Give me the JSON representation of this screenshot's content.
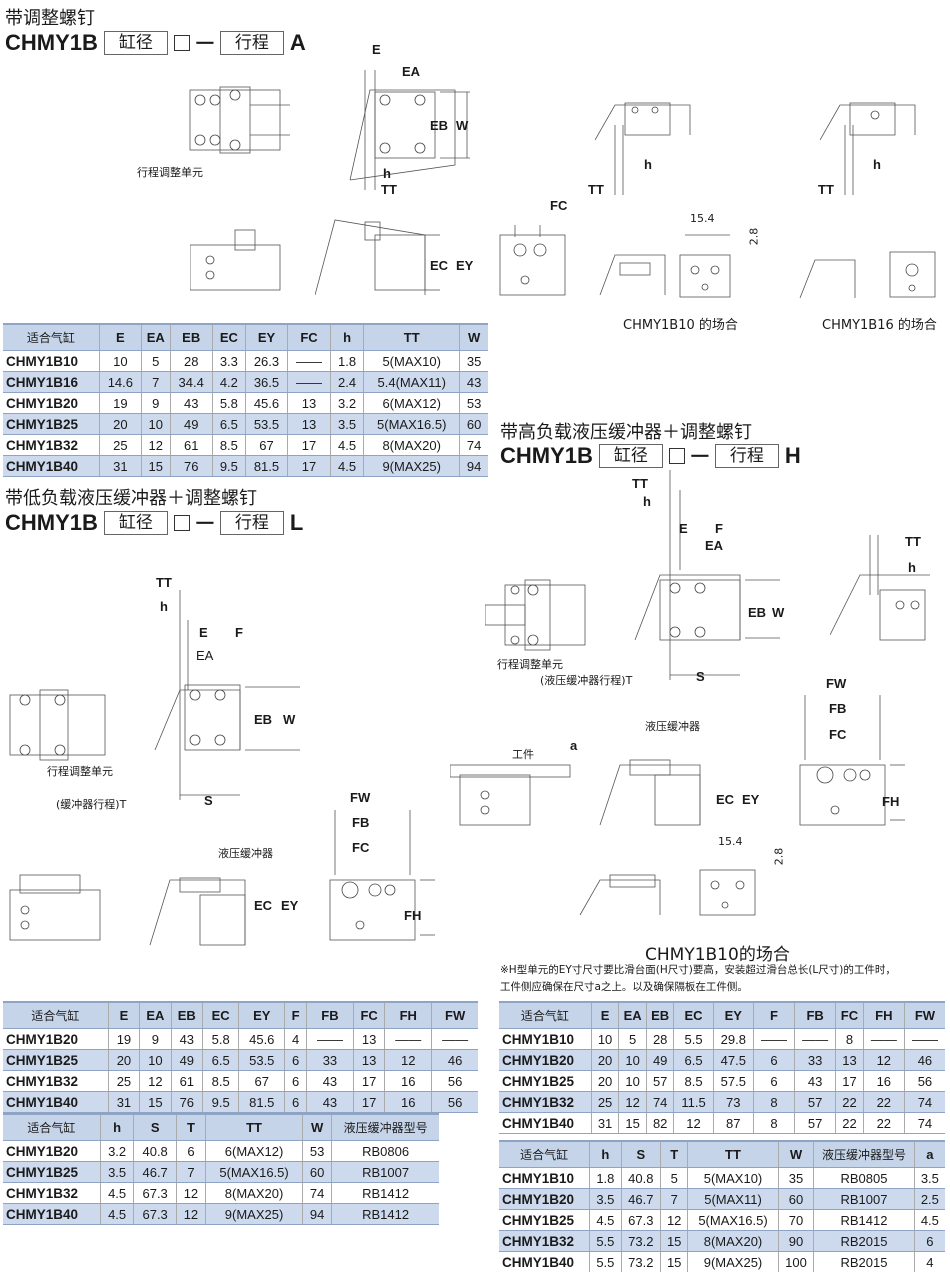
{
  "section_a": {
    "title": "带调整螺钉",
    "model": "CHMY1B",
    "bore": "缸径",
    "dash": "一",
    "stroke": "行程",
    "suffix": "A",
    "labels": {
      "e": "E",
      "ea": "EA",
      "eb": "EB",
      "w": "W",
      "h": "h",
      "tt": "TT",
      "fc": "FC",
      "ec": "EC",
      "ey": "EY",
      "h2": "h",
      "tt2": "TT",
      "h3": "h",
      "tt3": "TT",
      "d154": "15.4",
      "d28": "2.8",
      "adjust_unit": "行程调整单元"
    },
    "caption_b10": "CHMY1B10 的场合",
    "caption_b16": "CHMY1B16 的场合"
  },
  "table_a": {
    "headers": [
      "适合气缸",
      "E",
      "EA",
      "EB",
      "EC",
      "EY",
      "FC",
      "h",
      "TT",
      "W"
    ],
    "rows": [
      [
        "CHMY1B10",
        "10",
        "5",
        "28",
        "3.3",
        "26.3",
        "——",
        "1.8",
        "5(MAX10)",
        "35"
      ],
      [
        "CHMY1B16",
        "14.6",
        "7",
        "34.4",
        "4.2",
        "36.5",
        "——",
        "2.4",
        "5.4(MAX11)",
        "43"
      ],
      [
        "CHMY1B20",
        "19",
        "9",
        "43",
        "5.8",
        "45.6",
        "13",
        "3.2",
        "6(MAX12)",
        "53"
      ],
      [
        "CHMY1B25",
        "20",
        "10",
        "49",
        "6.5",
        "53.5",
        "13",
        "3.5",
        "5(MAX16.5)",
        "60"
      ],
      [
        "CHMY1B32",
        "25",
        "12",
        "61",
        "8.5",
        "67",
        "17",
        "4.5",
        "8(MAX20)",
        "74"
      ],
      [
        "CHMY1B40",
        "31",
        "15",
        "76",
        "9.5",
        "81.5",
        "17",
        "4.5",
        "9(MAX25)",
        "94"
      ]
    ]
  },
  "section_l": {
    "title": "带低负载液压缓冲器＋调整螺钉",
    "model": "CHMY1B",
    "bore": "缸径",
    "dash": "一",
    "stroke": "行程",
    "suffix": "L",
    "labels": {
      "tt": "TT",
      "h": "h",
      "e": "E",
      "f": "F",
      "ea": "EA",
      "eb": "EB",
      "w": "W",
      "s": "S",
      "t": "(缓冲器行程)T",
      "adjust_unit": "行程调整单元",
      "shock": "液压缓冲器",
      "fw": "FW",
      "fb": "FB",
      "fc": "FC",
      "fh": "FH",
      "ec": "EC",
      "ey": "EY"
    }
  },
  "table_l1": {
    "headers": [
      "适合气缸",
      "E",
      "EA",
      "EB",
      "EC",
      "EY",
      "F",
      "FB",
      "FC",
      "FH",
      "FW"
    ],
    "rows": [
      [
        "CHMY1B20",
        "19",
        "9",
        "43",
        "5.8",
        "45.6",
        "4",
        "——",
        "13",
        "——",
        "——"
      ],
      [
        "CHMY1B25",
        "20",
        "10",
        "49",
        "6.5",
        "53.5",
        "6",
        "33",
        "13",
        "12",
        "46"
      ],
      [
        "CHMY1B32",
        "25",
        "12",
        "61",
        "8.5",
        "67",
        "6",
        "43",
        "17",
        "16",
        "56"
      ],
      [
        "CHMY1B40",
        "31",
        "15",
        "76",
        "9.5",
        "81.5",
        "6",
        "43",
        "17",
        "16",
        "56"
      ]
    ]
  },
  "table_l2": {
    "headers": [
      "适合气缸",
      "h",
      "S",
      "T",
      "TT",
      "W",
      "液压缓冲器型号"
    ],
    "rows": [
      [
        "CHMY1B20",
        "3.2",
        "40.8",
        "6",
        "6(MAX12)",
        "53",
        "RB0806"
      ],
      [
        "CHMY1B25",
        "3.5",
        "46.7",
        "7",
        "5(MAX16.5)",
        "60",
        "RB1007"
      ],
      [
        "CHMY1B32",
        "4.5",
        "67.3",
        "12",
        "8(MAX20)",
        "74",
        "RB1412"
      ],
      [
        "CHMY1B40",
        "4.5",
        "67.3",
        "12",
        "9(MAX25)",
        "94",
        "RB1412"
      ]
    ]
  },
  "section_h": {
    "title": "带高负载液压缓冲器＋调整螺钉",
    "model": "CHMY1B",
    "bore": "缸径",
    "dash": "一",
    "stroke": "行程",
    "suffix": "H",
    "labels": {
      "tt": "TT",
      "h": "h",
      "e": "E",
      "f": "F",
      "ea": "EA",
      "eb": "EB",
      "w": "W",
      "s": "S",
      "t": "(液压缓冲器行程)T",
      "adjust_unit": "行程调整单元",
      "tt2": "TT",
      "h2": "h",
      "fw": "FW",
      "fb": "FB",
      "fc": "FC",
      "fh": "FH",
      "workpiece": "工件",
      "a": "a",
      "shock": "液压缓冲器",
      "ec": "EC",
      "ey": "EY",
      "d154": "15.4",
      "d28": "2.8"
    },
    "caption_b10": "CHMY1B10的场合",
    "note_line1": "※H型单元的EY寸尺寸要比滑台面(H尺寸)要高，安装超过滑台总长(L尺寸)的工件时，",
    "note_line2": "工件侧应确保在尺寸a之上。以及确保隔板在工件侧。"
  },
  "table_h1": {
    "headers": [
      "适合气缸",
      "E",
      "EA",
      "EB",
      "EC",
      "EY",
      "F",
      "FB",
      "FC",
      "FH",
      "FW"
    ],
    "rows": [
      [
        "CHMY1B10",
        "10",
        "5",
        "28",
        "5.5",
        "29.8",
        "——",
        "——",
        "8",
        "——",
        "——"
      ],
      [
        "CHMY1B20",
        "20",
        "10",
        "49",
        "6.5",
        "47.5",
        "6",
        "33",
        "13",
        "12",
        "46"
      ],
      [
        "CHMY1B25",
        "20",
        "10",
        "57",
        "8.5",
        "57.5",
        "6",
        "43",
        "17",
        "16",
        "56"
      ],
      [
        "CHMY1B32",
        "25",
        "12",
        "74",
        "11.5",
        "73",
        "8",
        "57",
        "22",
        "22",
        "74"
      ],
      [
        "CHMY1B40",
        "31",
        "15",
        "82",
        "12",
        "87",
        "8",
        "57",
        "22",
        "22",
        "74"
      ]
    ]
  },
  "table_h2": {
    "headers": [
      "适合气缸",
      "h",
      "S",
      "T",
      "TT",
      "W",
      "液压缓冲器型号",
      "a"
    ],
    "rows": [
      [
        "CHMY1B10",
        "1.8",
        "40.8",
        "5",
        "5(MAX10)",
        "35",
        "RB0805",
        "3.5"
      ],
      [
        "CHMY1B20",
        "3.5",
        "46.7",
        "7",
        "5(MAX11)",
        "60",
        "RB1007",
        "2.5"
      ],
      [
        "CHMY1B25",
        "4.5",
        "67.3",
        "12",
        "5(MAX16.5)",
        "70",
        "RB1412",
        "4.5"
      ],
      [
        "CHMY1B32",
        "5.5",
        "73.2",
        "15",
        "8(MAX20)",
        "90",
        "RB2015",
        "6"
      ],
      [
        "CHMY1B40",
        "5.5",
        "73.2",
        "15",
        "9(MAX25)",
        "100",
        "RB2015",
        "4"
      ]
    ]
  }
}
